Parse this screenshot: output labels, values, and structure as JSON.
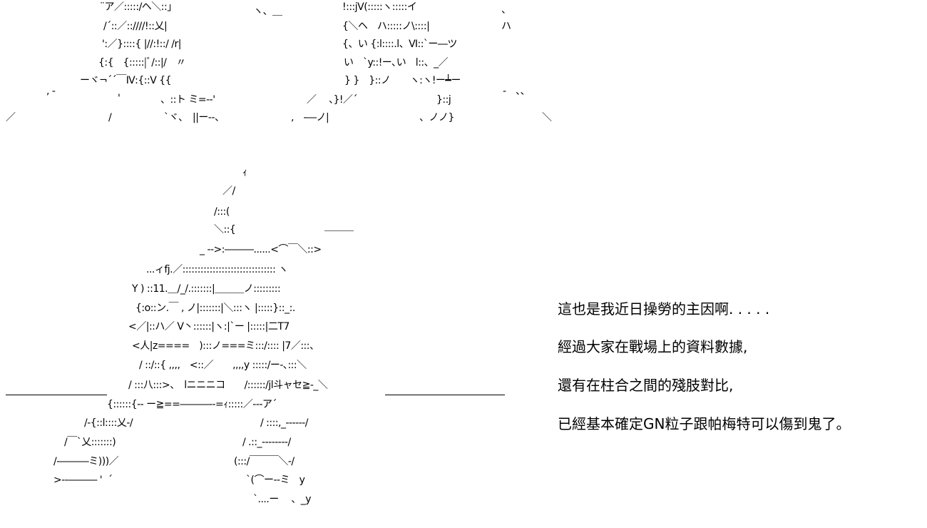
{
  "ascii_art": {
    "top": [
      "¨ア／:::::/ヘ＼::」",
      "ヽ、＿",
      "!:::jV(:::::ヽ:::::イ",
      "、",
      "/´::／::////!::乂|",
      "{＼ヘ　ハ:::::ノ\\::::|",
      "ハ",
      "':／}::::{ |//:!::/ /r|",
      "{、い {:l::::.l、Ⅵ::`ー―ツ",
      "{:{　{:::::|ﾞ/::|/　〃",
      "い　`y::!ー､い　l::、_／",
      "ーヾ¬´´￣Ⅳ:{::V {{",
      "} }　}::ノ　　ヽ:ヽ!ー┷ー",
      ", -",
      "-　、、",
      "'",
      "、::ト ミ=-‐'",
      "／　 、}!／´",
      "}::j",
      "／",
      "/",
      "`ヾ、　||ー--、",
      ",　-―ノ|",
      "、ノノ}",
      "＼"
    ],
    "bottom": [
      "ｨ",
      "／/",
      "/:::(",
      "＼::{",
      "￣￣￣",
      "_ -‐>:―――......<⌒￣＼::>",
      "...ィfj.／::::::::::::::::::::::::::::::: ヽ",
      "Y ) ::11.＿/_/.:::::::|＿＿＿ノ:::::::::",
      "{:o::ン.￣ , ノ|:::::::|＼:::ヽ |:::::}::_:.",
      "<／|::ハ／ V丶::::::|ヽ:|`ー |:::::|二T7",
      "<人|z====　):::ノ===ミ:::/:::: |7／:::、",
      "/ ::/::{ ,,,,　<::／　　,,,,y :::::/ー-､:::＼",
      "/ :::八:::>、　lニニニコ　　/::::::/jl斗ャセ≧-_＼",
      "{::::::{-- ー≧==―――--=ｨ:::::／---ア´",
      "/-{::l::::乂-/",
      "/ ::::,_------/",
      "/￣`乂:::::::)",
      "/ .::_--------/",
      "/-―――ミ)))／",
      "(:::/￣￣￣＼-/",
      ">--――― '  ´",
      "`(⌒ー--ミ　y",
      "`....ー　 、_y"
    ]
  },
  "narration": [
    "這也是我近日操勞的主因啊. . . . .",
    "經過大家在戰場上的資料數據,",
    "還有在柱合之間的殘肢對比,",
    "已經基本確定GN粒子跟帕梅特可以傷到鬼了。"
  ]
}
